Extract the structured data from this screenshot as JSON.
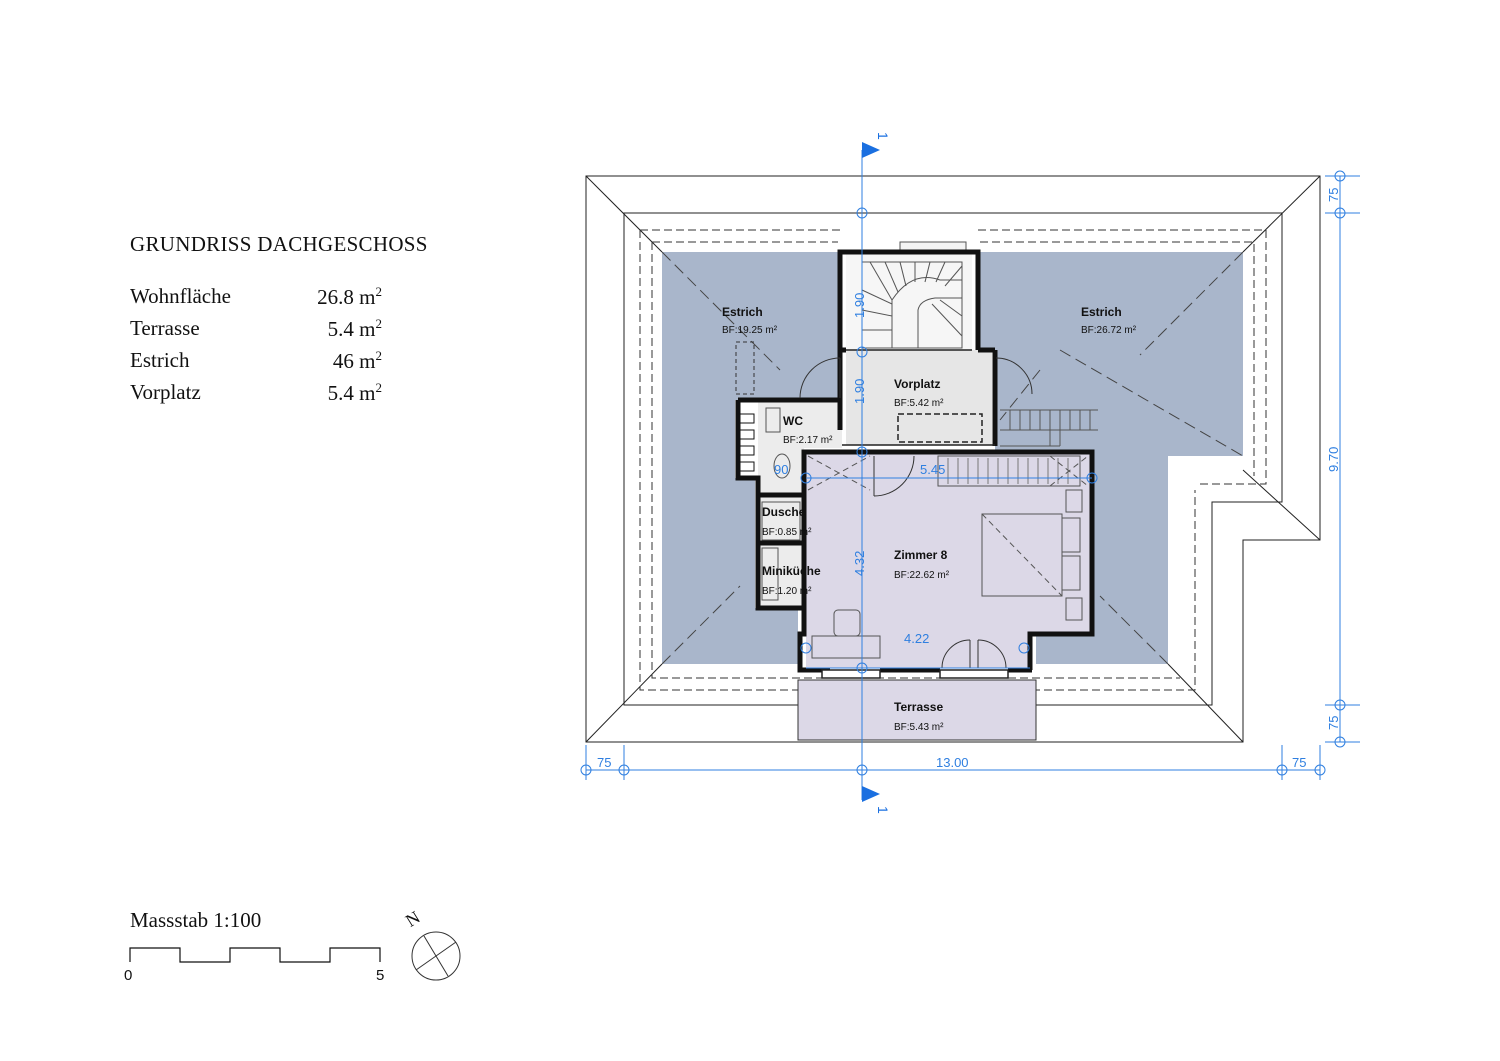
{
  "title": "GRUNDRISS DACHGESCHOSS",
  "areas": [
    {
      "label": "Wohnfläche",
      "value": "26.8 m",
      "sup": "2"
    },
    {
      "label": "Terrasse",
      "value": "5.4 m",
      "sup": "2"
    },
    {
      "label": "Estrich",
      "value": "46 m",
      "sup": "2"
    },
    {
      "label": "Vorplatz",
      "value": "5.4 m",
      "sup": "2"
    }
  ],
  "rooms": {
    "estrich_left": {
      "name": "Estrich",
      "area": "BF:19.25 m²"
    },
    "estrich_right": {
      "name": "Estrich",
      "area": "BF:26.72 m²"
    },
    "vorplatz": {
      "name": "Vorplatz",
      "area": "BF:5.42 m²"
    },
    "wc": {
      "name": "WC",
      "area": "BF:2.17 m²"
    },
    "dusche": {
      "name": "Dusche",
      "area": "BF:0.85 m²"
    },
    "minikueche": {
      "name": "Miniküche",
      "area": "BF:1.20 m²"
    },
    "zimmer": {
      "name": "Zimmer 8",
      "area": "BF:22.62 m²"
    },
    "terrasse": {
      "name": "Terrasse",
      "area": "BF:5.43 m²"
    }
  },
  "dimensions": {
    "stair_upper": "1.90",
    "stair_lower": "1.90",
    "room_height": "4.32",
    "room_width_top": "5.45",
    "room_width_bottom": "4.22",
    "door_width": "90",
    "overall_width": "13.00",
    "eave_left": "75",
    "eave_right": "75",
    "overall_depth": "9.70",
    "eave_top": "75",
    "eave_bottom": "75"
  },
  "section_marker": "1",
  "scale": {
    "label": "Massstab 1:100",
    "start": "0",
    "end": "5"
  },
  "north": "N",
  "colors": {
    "attic": "#a9b6cb",
    "room": "#dcd8e7",
    "dimension": "#2f7fe0",
    "wall": "#111111",
    "floor": "#ececec"
  }
}
